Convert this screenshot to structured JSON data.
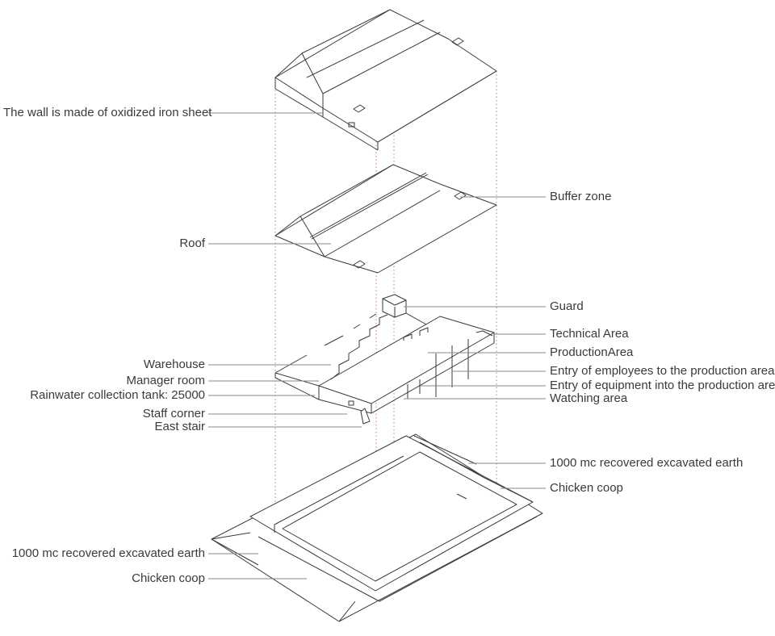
{
  "labels_left": [
    "The wall is made of oxidized iron sheet",
    "Roof",
    "Warehouse",
    "Manager room",
    "Rainwater collection tank: 25000",
    "Staff corner",
    "East stair",
    "1000 mc recovered excavated earth",
    "Chicken coop"
  ],
  "labels_right": [
    "Buffer zone",
    "Guard",
    "Technical Area",
    "ProductionArea",
    "Entry of employees to the production area",
    "Entry of equipment into the production area",
    "Watching area",
    "1000 mc recovered excavated earth",
    "Chicken coop"
  ],
  "colors": {
    "line": "#3a3a3a",
    "leader": "#8a8a8a",
    "dotted": "#c96a6a",
    "text": "#3a3a3a"
  }
}
